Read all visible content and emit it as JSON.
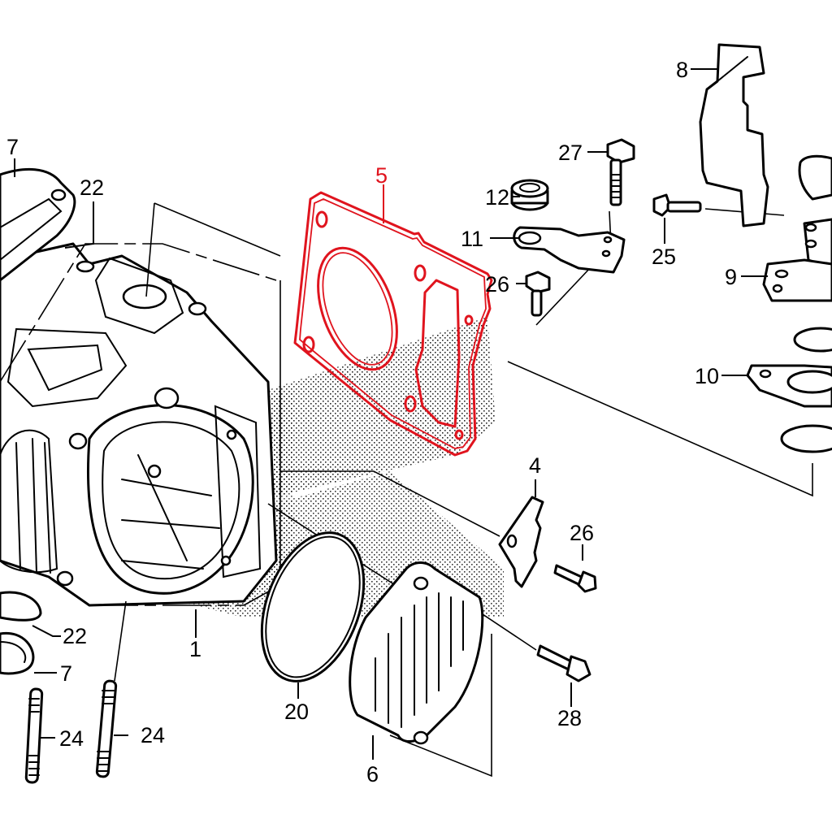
{
  "diagram": {
    "highlight_color": "#e0141e",
    "line_color": "#000000",
    "highlighted_part": "5",
    "callouts": {
      "c1": "1",
      "c4": "4",
      "c5": "5",
      "c6": "6",
      "c7a": "7",
      "c7b": "7",
      "c8": "8",
      "c9": "9",
      "c10": "10",
      "c11": "11",
      "c12": "12",
      "c20": "20",
      "c22a": "22",
      "c22b": "22",
      "c24a": "24",
      "c24b": "24",
      "c25": "25",
      "c26a": "26",
      "c26b": "26",
      "c27": "27",
      "c28": "28"
    }
  }
}
